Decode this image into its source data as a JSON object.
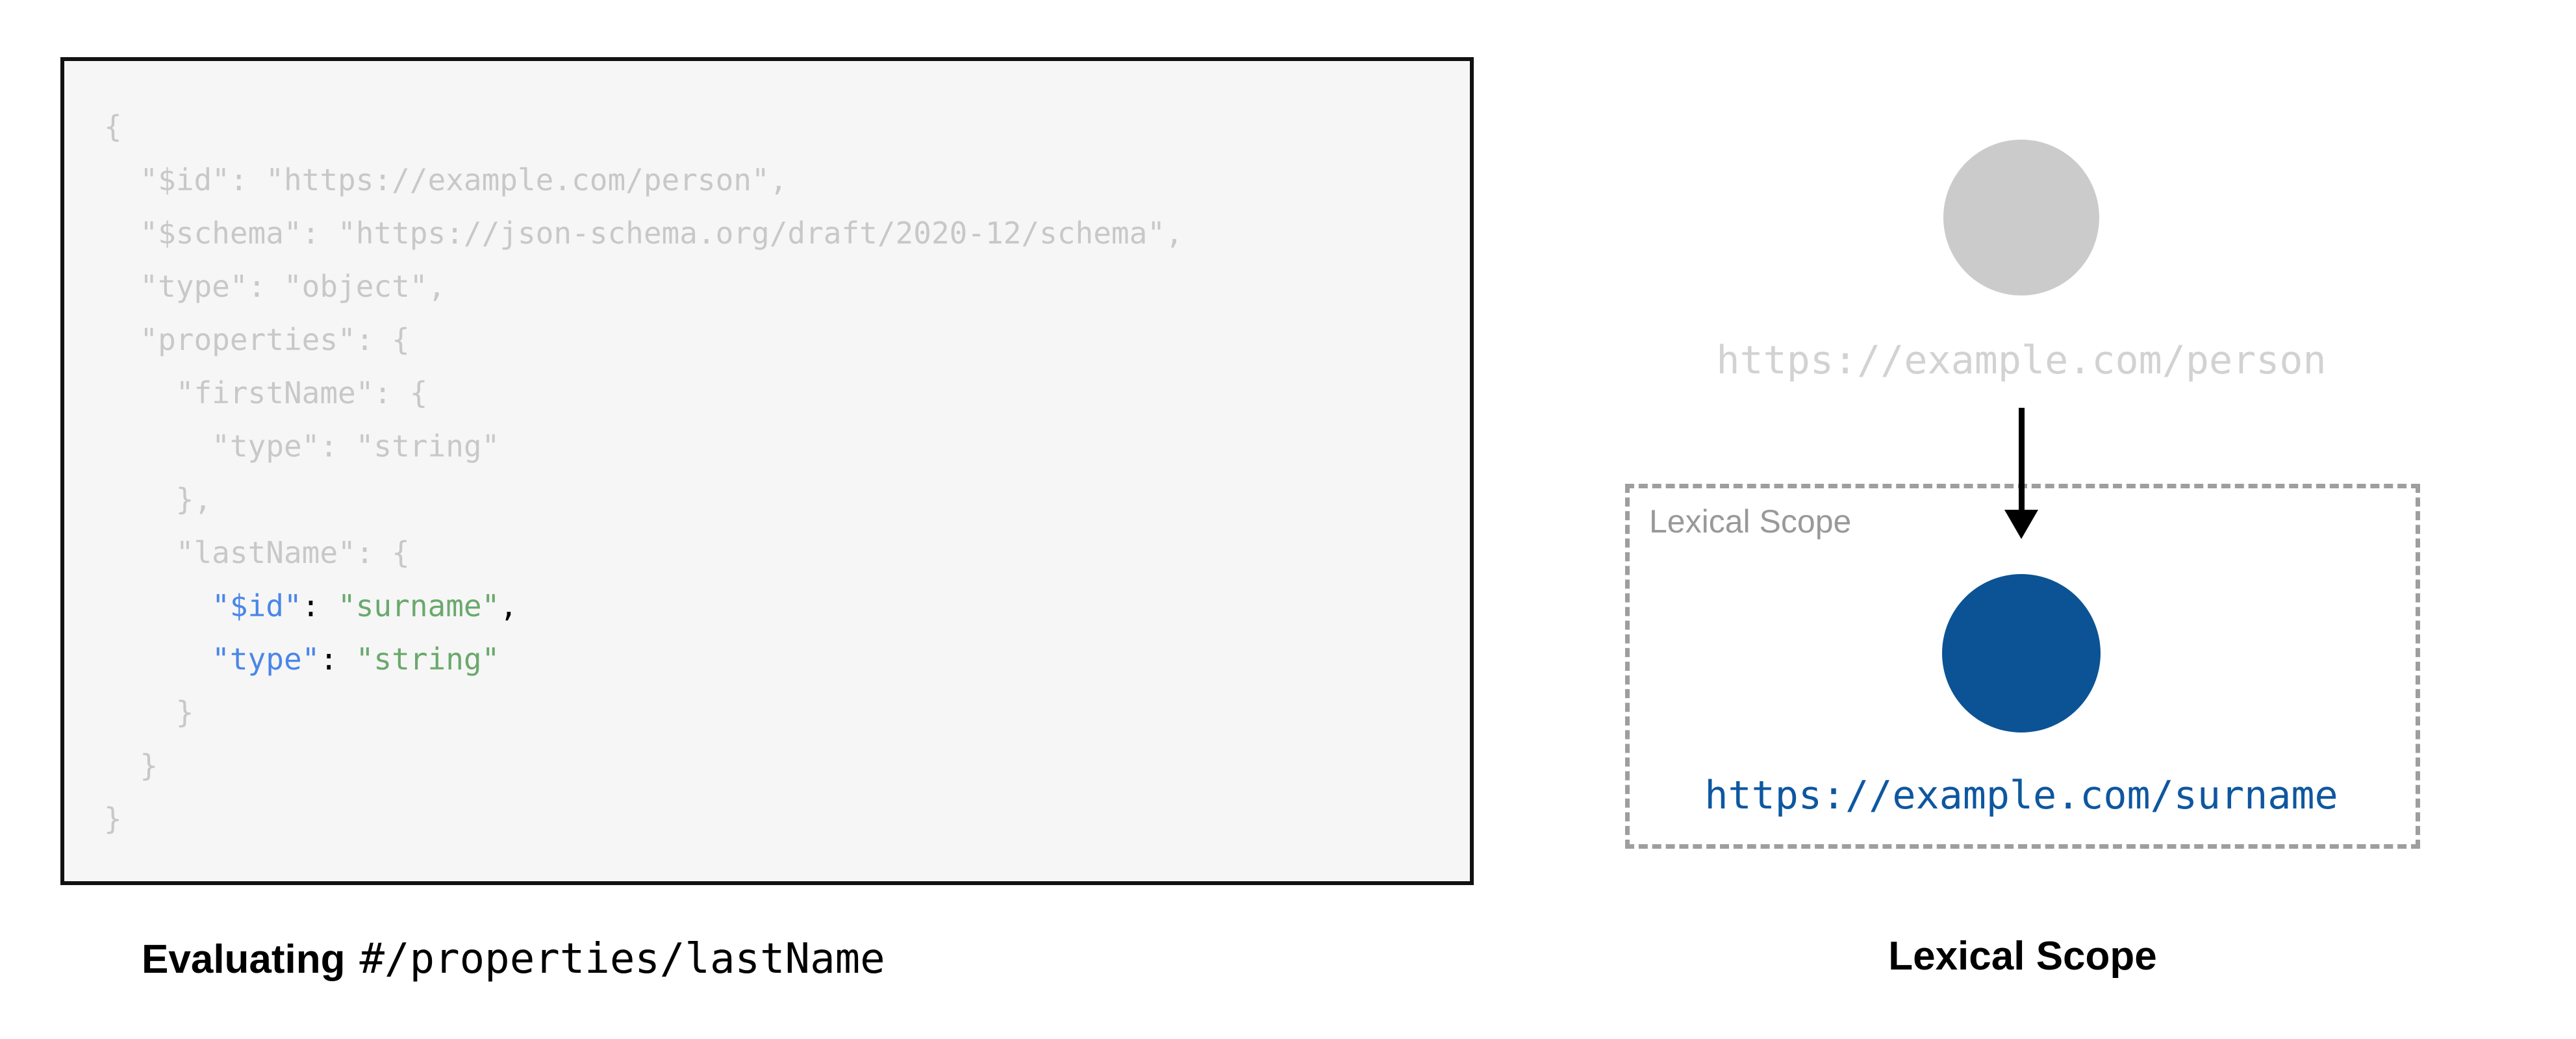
{
  "code": {
    "lines": [
      [
        {
          "t": "{",
          "c": "gray"
        }
      ],
      [
        {
          "t": "  \"$id\": \"https://example.com/person\",",
          "c": "gray"
        }
      ],
      [
        {
          "t": "  \"$schema\": \"https://json-schema.org/draft/2020-12/schema\",",
          "c": "gray"
        }
      ],
      [
        {
          "t": "  \"type\": \"object\",",
          "c": "gray"
        }
      ],
      [
        {
          "t": "  \"properties\": {",
          "c": "gray"
        }
      ],
      [
        {
          "t": "    \"firstName\": {",
          "c": "gray"
        }
      ],
      [
        {
          "t": "      \"type\": \"string\"",
          "c": "gray"
        }
      ],
      [
        {
          "t": "    },",
          "c": "gray"
        }
      ],
      [
        {
          "t": "    \"lastName\": {",
          "c": "gray"
        }
      ],
      [
        {
          "t": "      ",
          "c": "gray"
        },
        {
          "t": "\"$id\"",
          "c": "blue"
        },
        {
          "t": ": ",
          "c": "black"
        },
        {
          "t": "\"surname\"",
          "c": "green"
        },
        {
          "t": ",",
          "c": "black"
        }
      ],
      [
        {
          "t": "      ",
          "c": "gray"
        },
        {
          "t": "\"type\"",
          "c": "blue"
        },
        {
          "t": ": ",
          "c": "black"
        },
        {
          "t": "\"string\"",
          "c": "green"
        }
      ],
      [
        {
          "t": "    }",
          "c": "gray"
        }
      ],
      [
        {
          "t": "  }",
          "c": "gray"
        }
      ],
      [
        {
          "t": "}",
          "c": "gray"
        }
      ]
    ]
  },
  "left_caption": {
    "bold_text": "Evaluating",
    "mono_text": "#/properties/lastName"
  },
  "diagram": {
    "parent_node_label": "https://example.com/person",
    "scope_box_label": "Lexical Scope",
    "child_node_label": "https://example.com/surname"
  },
  "right_caption": {
    "text": "Lexical Scope"
  },
  "colors": {
    "code_muted": "#c8c8c8",
    "code_key_blue": "#4a86e8",
    "code_value_green": "#6aa96c",
    "parent_circle_gray": "#cbcbcb",
    "child_circle_blue": "#0b5394",
    "child_url_blue": "#0e57a0",
    "scope_border_gray": "#9e9e9e"
  }
}
